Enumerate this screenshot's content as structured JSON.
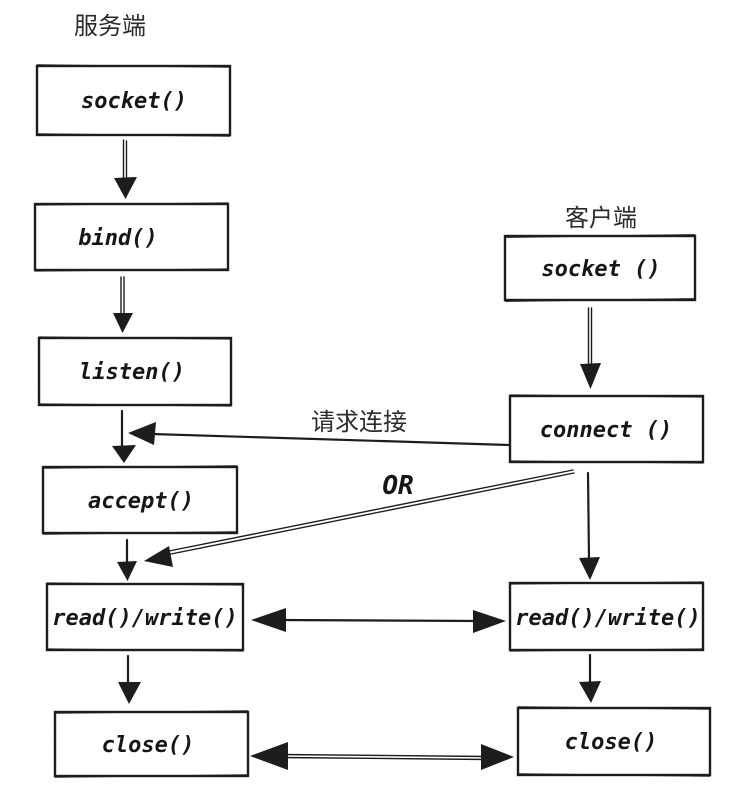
{
  "diagram": {
    "type": "flowchart",
    "topic": "TCP socket connection flow",
    "colors": {
      "background": "#ffffff",
      "stroke": "#1d1d1d",
      "label_text": "#2b2b2b"
    },
    "server": {
      "title": "服务端",
      "boxes": [
        {
          "label": "socket()"
        },
        {
          "label": "bind()"
        },
        {
          "label": "listen()"
        },
        {
          "label": "accept()"
        },
        {
          "label": "read()/write()"
        },
        {
          "label": "close()"
        }
      ]
    },
    "client": {
      "title": "客户端",
      "boxes": [
        {
          "label": "socket ()"
        },
        {
          "label": "connect ()"
        },
        {
          "label": "read()/write()"
        },
        {
          "label": "close()"
        }
      ]
    },
    "annotations": {
      "request_connection": "请求连接",
      "or": "OR"
    }
  }
}
